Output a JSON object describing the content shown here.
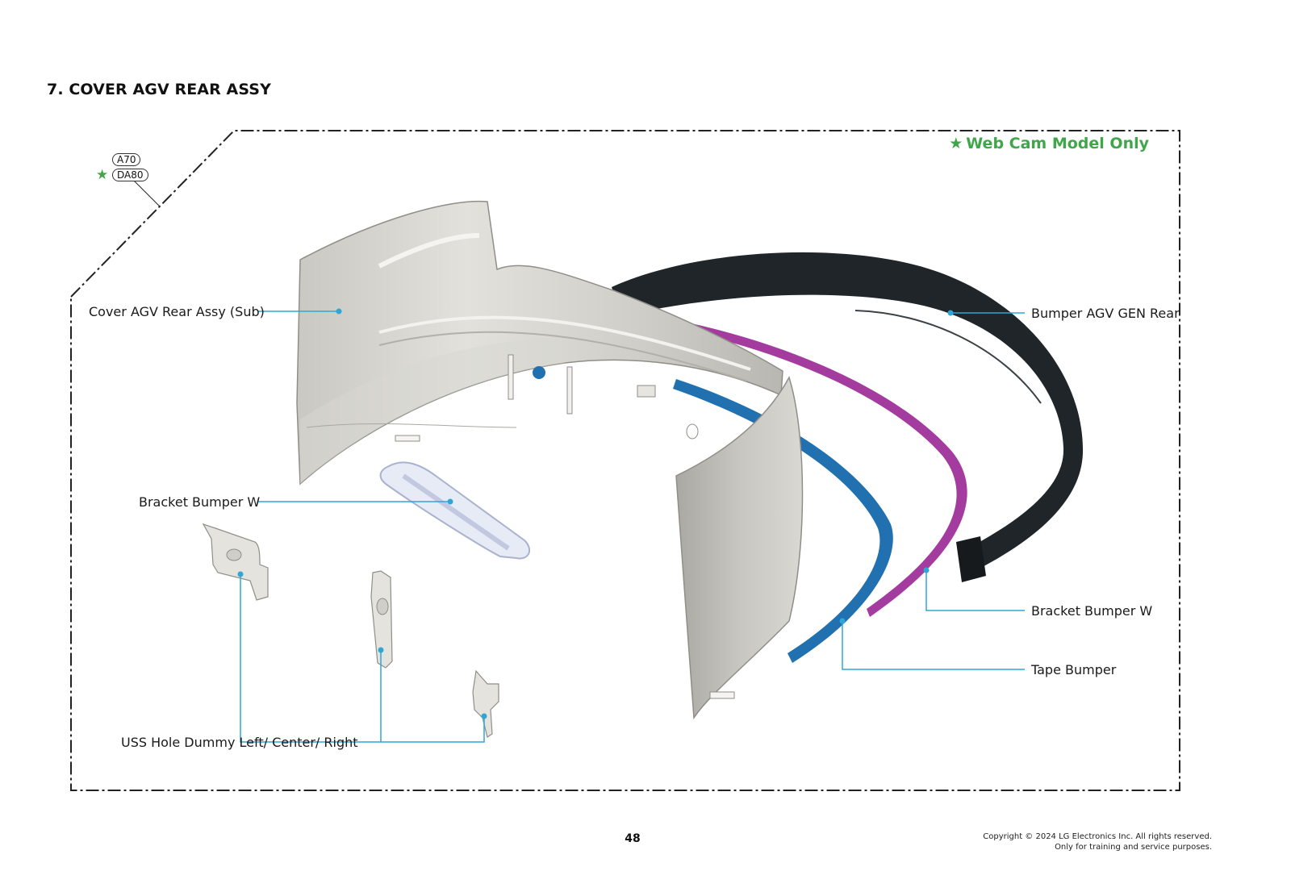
{
  "section": {
    "title": "7. COVER AGV REAR ASSY"
  },
  "webcam_note": {
    "star": "★",
    "text": "Web Cam Model Only"
  },
  "model_badges": {
    "star": "★",
    "a": "A70",
    "b": "DA80"
  },
  "callouts": {
    "cover_sub": "Cover AGV Rear Assy (Sub)",
    "bracket_left": "Bracket Bumper W",
    "uss_dummy": "USS Hole Dummy Left/ Center/ Right",
    "bumper_rear": "Bumper AGV GEN Rear",
    "bracket_right": "Bracket Bumper W",
    "tape_bumper": "Tape Bumper"
  },
  "footer": {
    "page_number": "48",
    "copyright_line1": "Copyright © 2024 LG Electronics Inc. All rights reserved.",
    "copyright_line2": "Only for training and service purposes."
  },
  "colors": {
    "leader_line": "#2ea7d6",
    "webcam_green": "#3fa64a",
    "bumper_black": "#1f2529",
    "bracket_magenta": "#a43c9f",
    "tape_blue": "#2170b0",
    "cover_gray": "#d6d5cf"
  }
}
